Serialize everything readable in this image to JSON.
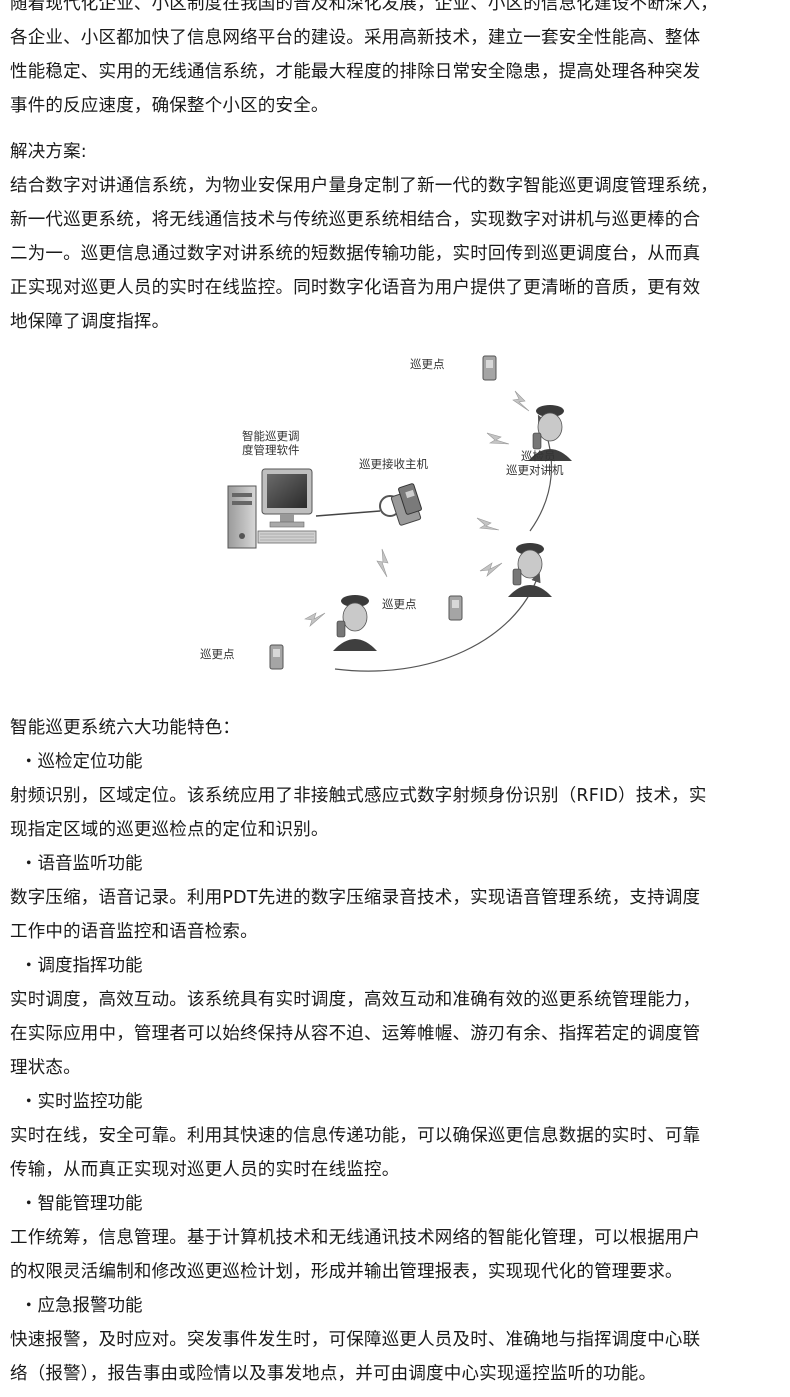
{
  "intro": {
    "lines": [
      "随着现代化企业、小区制度在我国的普及和深化发展，企业、小区的信息化建设不断深入，",
      "各企业、小区都加快了信息网络平台的建设。采用高新技术，建立一套安全性能高、整体",
      "性能稳定、实用的无线通信系统，才能最大程度的排除日常安全隐患，提高处理各种突发",
      "事件的反应速度，确保整个小区的安全。"
    ]
  },
  "solution": {
    "heading": "解决方案:",
    "lines": [
      "结合数字对讲通信系统，为物业安保用户量身定制了新一代的数字智能巡更调度管理系统，",
      "新一代巡更系统，将无线通信技术与传统巡更系统相结合，实现数字对讲机与巡更棒的合",
      "二为一。巡更信息通过数字对讲系统的短数据传输功能，实时回传到巡更调度台，从而真",
      "正实现对巡更人员的实时在线监控。同时数字化语音为用户提供了更清晰的音质，更有效",
      "地保障了调度指挥。"
    ]
  },
  "diagram": {
    "software_label_1": "智能巡更调",
    "software_label_2": "度管理软件",
    "receiver_label": "巡更接收主机",
    "patrol_point_top": "巡更点",
    "patrol_point_mid": "巡更点",
    "patrol_point_bottom": "巡更点",
    "inspector_label_1": "巡检员",
    "inspector_label_2": "巡更对讲机"
  },
  "features": {
    "heading": "智能巡更系统六大功能特色：",
    "items": [
      {
        "title": "・巡检定位功能",
        "lines": [
          "射频识别，区域定位。该系统应用了非接触式感应式数字射频身份识别（RFID）技术，实",
          "现指定区域的巡更巡检点的定位和识别。"
        ]
      },
      {
        "title": "・语音监听功能",
        "lines": [
          "数字压缩，语音记录。利用PDT先进的数字压缩录音技术，实现语音管理系统，支持调度",
          "工作中的语音监控和语音检索。"
        ]
      },
      {
        "title": "・调度指挥功能",
        "lines": [
          "实时调度，高效互动。该系统具有实时调度，高效互动和准确有效的巡更系统管理能力，",
          "在实际应用中，管理者可以始终保持从容不迫、运筹帷幄、游刃有余、指挥若定的调度管",
          "理状态。"
        ]
      },
      {
        "title": "・实时监控功能",
        "lines": [
          "实时在线，安全可靠。利用其快速的信息传递功能，可以确保巡更信息数据的实时、可靠",
          "传输，从而真正实现对巡更人员的实时在线监控。"
        ]
      },
      {
        "title": "・智能管理功能",
        "lines": [
          "工作统筹，信息管理。基于计算机技术和无线通讯技术网络的智能化管理，可以根据用户",
          "的权限灵活编制和修改巡更巡检计划，形成并输出管理报表，实现现代化的管理要求。"
        ]
      },
      {
        "title": "・应急报警功能",
        "lines": [
          "快速报警，及时应对。突发事件发生时，可保障巡更人员及时、准确地与指挥调度中心联",
          "络（报警），报告事由或险情以及事发地点，并可由调度中心实现遥控监听的功能。"
        ]
      }
    ]
  }
}
